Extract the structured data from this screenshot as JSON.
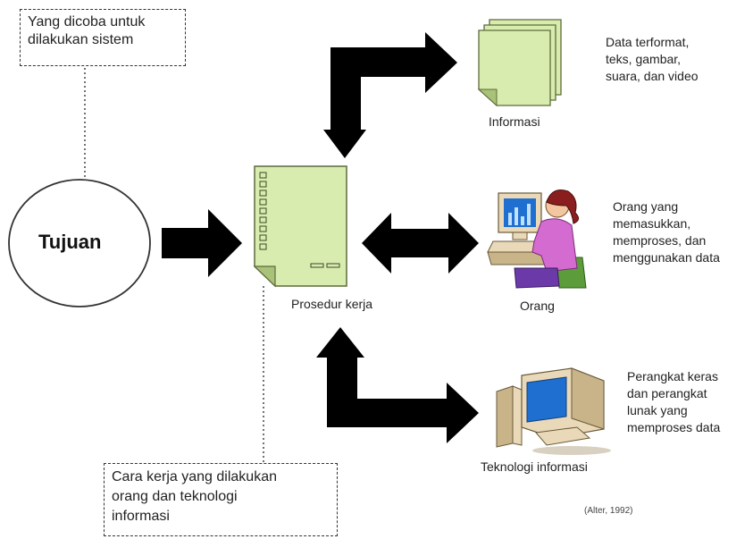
{
  "notes": {
    "top_left": [
      "Yang dicoba untuk",
      "dilakukan sistem"
    ],
    "bottom_left": [
      "Cara kerja yang dilakukan",
      "orang dan teknologi",
      "informasi"
    ]
  },
  "tujuan": {
    "label": "Tujuan"
  },
  "prosedur": {
    "label": "Prosedur kerja"
  },
  "informasi": {
    "label": "Informasi",
    "desc": [
      "Data terformat,",
      "teks, gambar,",
      "suara, dan video"
    ]
  },
  "orang": {
    "label": "Orang",
    "desc": [
      "Orang yang",
      "memasukkan,",
      "memproses, dan",
      "menggunakan data"
    ]
  },
  "teknologi": {
    "label": "Teknologi informasi",
    "desc": [
      "Perangkat keras",
      "dan perangkat",
      "lunak yang",
      "memproses data"
    ]
  },
  "citation": "(Alter, 1992)",
  "colors": {
    "doc_fill": "#d9ecb0",
    "doc_stroke": "#5d6b3a",
    "arrow": "#000000",
    "person_shirt": "#d46bd0",
    "person_hair": "#8a1e1e",
    "monitor_screen": "#1e6fd0",
    "monitor_body": "#ead9b8",
    "chair": "#5c9c3a"
  },
  "icons": [
    "document-stack-icon",
    "procedure-document-icon",
    "person-at-computer-icon",
    "computer-icon"
  ]
}
